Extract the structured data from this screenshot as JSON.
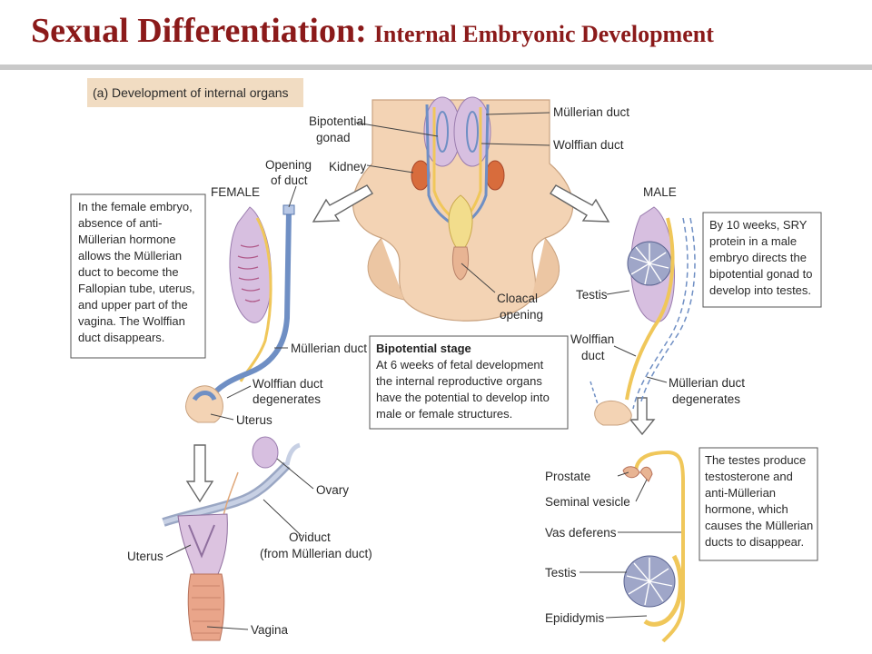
{
  "slide": {
    "title_main": "Sexual Differentiation:",
    "title_sub": "Internal Embryonic Development"
  },
  "panel_heading": "(a) Development of internal organs",
  "labels": {
    "bipotential_gonad_1": "Bipotential",
    "bipotential_gonad_2": "gonad",
    "kidney": "Kidney",
    "mullerian_duct_top": "Müllerian duct",
    "wolffian_duct_top": "Wolffian duct",
    "opening_duct_1": "Opening",
    "opening_duct_2": "of duct",
    "female": "FEMALE",
    "male": "MALE",
    "cloacal_1": "Cloacal",
    "cloacal_2": "opening",
    "testis_mid": "Testis",
    "mullerian_duct_female": "Müllerian duct",
    "wolffian_deg_1": "Wolffian duct",
    "wolffian_deg_2": "degenerates",
    "uterus_mid": "Uterus",
    "wolffian_male_1": "Wolffian",
    "wolffian_male_2": "duct",
    "mullerian_deg_1": "Müllerian duct",
    "mullerian_deg_2": "degenerates",
    "ovary": "Ovary",
    "oviduct_1": "Oviduct",
    "oviduct_2": "(from Müllerian duct)",
    "uterus_bottom": "Uterus",
    "vagina": "Vagina",
    "prostate": "Prostate",
    "seminal_vesicle": "Seminal vesicle",
    "vas_deferens": "Vas deferens",
    "testis_bottom": "Testis",
    "epididymis": "Epididymis"
  },
  "boxes": {
    "female_text": [
      "In the female embryo,",
      "absence of anti-",
      "Müllerian hormone",
      "allows the Müllerian",
      "duct to become the",
      "Fallopian tube, uterus,",
      "and upper part of the",
      "vagina. The Wolffian",
      "duct disappears."
    ],
    "male_text": [
      "By 10 weeks, SRY",
      "protein  in a male",
      "embryo directs the",
      "bipotential gonad to",
      "develop into testes."
    ],
    "bipotential_heading": "Bipotential stage",
    "bipotential_text": [
      "At 6 weeks of fetal development",
      "the internal reproductive organs",
      "have the potential to develop into",
      "male or female structures."
    ],
    "testes_text": [
      "The testes produce",
      "testosterone and",
      "anti-Müllerian",
      "hormone, which",
      "causes the Müllerian",
      "ducts to disappear."
    ]
  },
  "colors": {
    "title": "#8b1a1a",
    "tissue": "#f3d3b4",
    "gonad": "#d7bfe0",
    "mullerian": "#6f8fc4",
    "wolffian": "#f0c75a",
    "heading_bg": "#f1dcc2"
  }
}
